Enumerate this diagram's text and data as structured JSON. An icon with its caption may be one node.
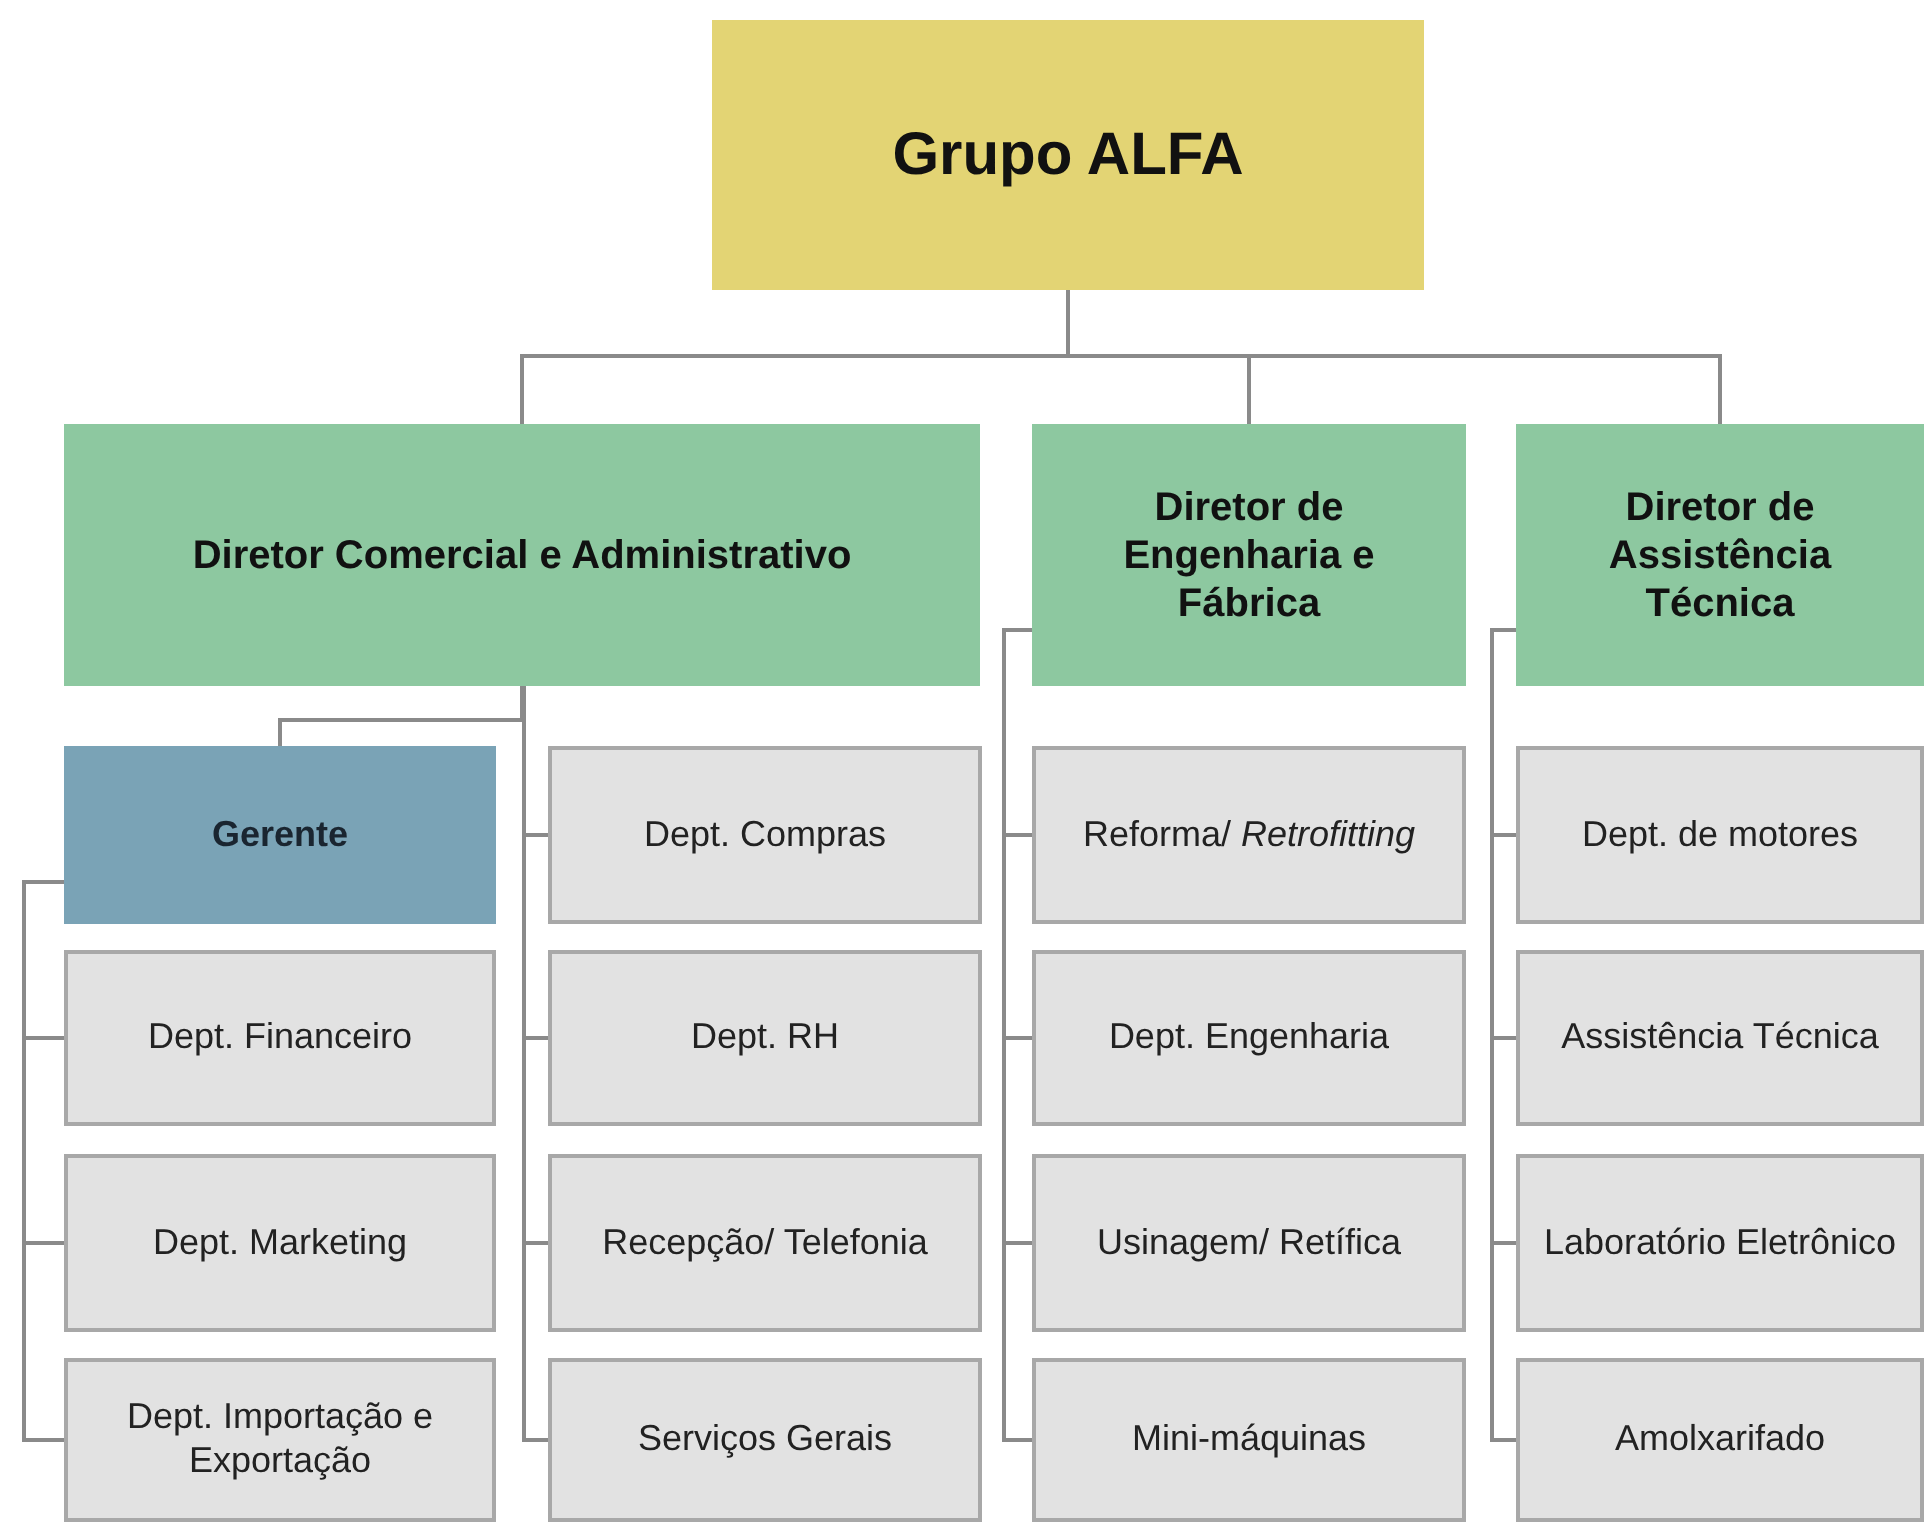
{
  "diagram": {
    "nodes": [
      {
        "text": [
          "Grupo ALFA"
        ]
      },
      {
        "text": [
          "Diretor Comercial e Administrativo"
        ]
      },
      {
        "text": [
          "Diretor de Engenharia e Fábrica"
        ]
      },
      {
        "text": [
          "Diretor de Assistência Técnica"
        ]
      },
      {
        "text": [
          "Gerente"
        ]
      },
      {
        "text": [
          "Dept. Financeiro"
        ]
      },
      {
        "text": [
          "Dept. Marketing"
        ]
      },
      {
        "text": [
          "Dept. Importação e Exportação"
        ]
      },
      {
        "text": [
          "Dept. Compras"
        ]
      },
      {
        "text": [
          "Dept. RH"
        ]
      },
      {
        "text": [
          "Recepção/ Telefonia"
        ]
      },
      {
        "text": [
          "Serviços Gerais"
        ]
      },
      {
        "text": [
          "Reforma/ *Retrofitting*"
        ]
      },
      {
        "text": [
          "Dept. Engenharia"
        ]
      },
      {
        "text": [
          "Usinagem/ Retífica"
        ]
      },
      {
        "text": [
          "Mini-máquinas"
        ]
      },
      {
        "text": [
          "Dept. de motores"
        ]
      },
      {
        "text": [
          "Assistência Técnica"
        ]
      },
      {
        "text": [
          "Laboratório Eletrônico"
        ]
      },
      {
        "text": [
          "Amolxarifado"
        ]
      }
    ],
    "edges": [
      {
        "from": 0,
        "to": 1,
        "arrow": "none"
      },
      {
        "from": 0,
        "to": 2,
        "arrow": "none"
      },
      {
        "from": 0,
        "to": 3,
        "arrow": "none"
      },
      {
        "from": 1,
        "to": 4,
        "arrow": "none"
      },
      {
        "from": 1,
        "to": 8,
        "arrow": "none"
      },
      {
        "from": 1,
        "to": 9,
        "arrow": "none"
      },
      {
        "from": 1,
        "to": 10,
        "arrow": "none"
      },
      {
        "from": 1,
        "to": 11,
        "arrow": "none"
      },
      {
        "from": 4,
        "to": 5,
        "arrow": "none"
      },
      {
        "from": 4,
        "to": 6,
        "arrow": "none"
      },
      {
        "from": 4,
        "to": 7,
        "arrow": "none"
      },
      {
        "from": 2,
        "to": 12,
        "arrow": "none"
      },
      {
        "from": 2,
        "to": 13,
        "arrow": "none"
      },
      {
        "from": 2,
        "to": 14,
        "arrow": "none"
      },
      {
        "from": 2,
        "to": 15,
        "arrow": "none"
      },
      {
        "from": 3,
        "to": 16,
        "arrow": "none"
      },
      {
        "from": 3,
        "to": 17,
        "arrow": "none"
      },
      {
        "from": 3,
        "to": 18,
        "arrow": "none"
      },
      {
        "from": 3,
        "to": 19,
        "arrow": "none"
      }
    ]
  }
}
